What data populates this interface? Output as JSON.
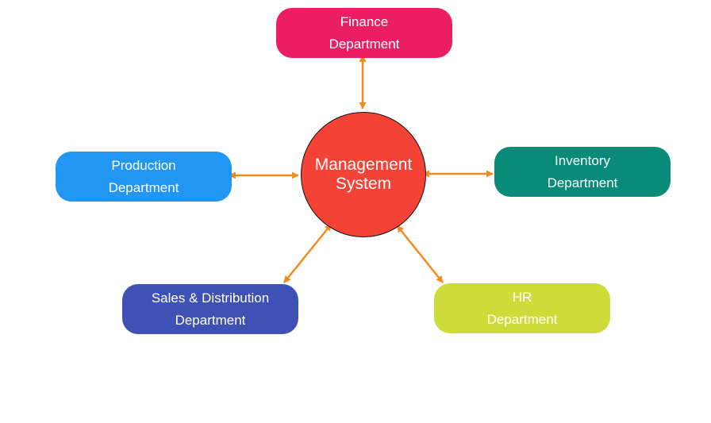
{
  "colors": {
    "center": "#f44336",
    "finance": "#ec1e63",
    "production": "#2196f3",
    "inventory": "#0a8a78",
    "sales": "#3f51b5",
    "hr": "#cddc39",
    "arrow": "#f28a1f"
  },
  "center": {
    "line1": "Management",
    "line2": "System"
  },
  "departments": {
    "finance": {
      "line1": "Finance",
      "line2": "Department"
    },
    "production": {
      "line1": "Production",
      "line2": "Department"
    },
    "inventory": {
      "line1": "Inventory",
      "line2": "Department"
    },
    "sales": {
      "line1": "Sales & Distribution",
      "line2": "Department"
    },
    "hr": {
      "line1": "HR",
      "line2": "Department"
    }
  }
}
